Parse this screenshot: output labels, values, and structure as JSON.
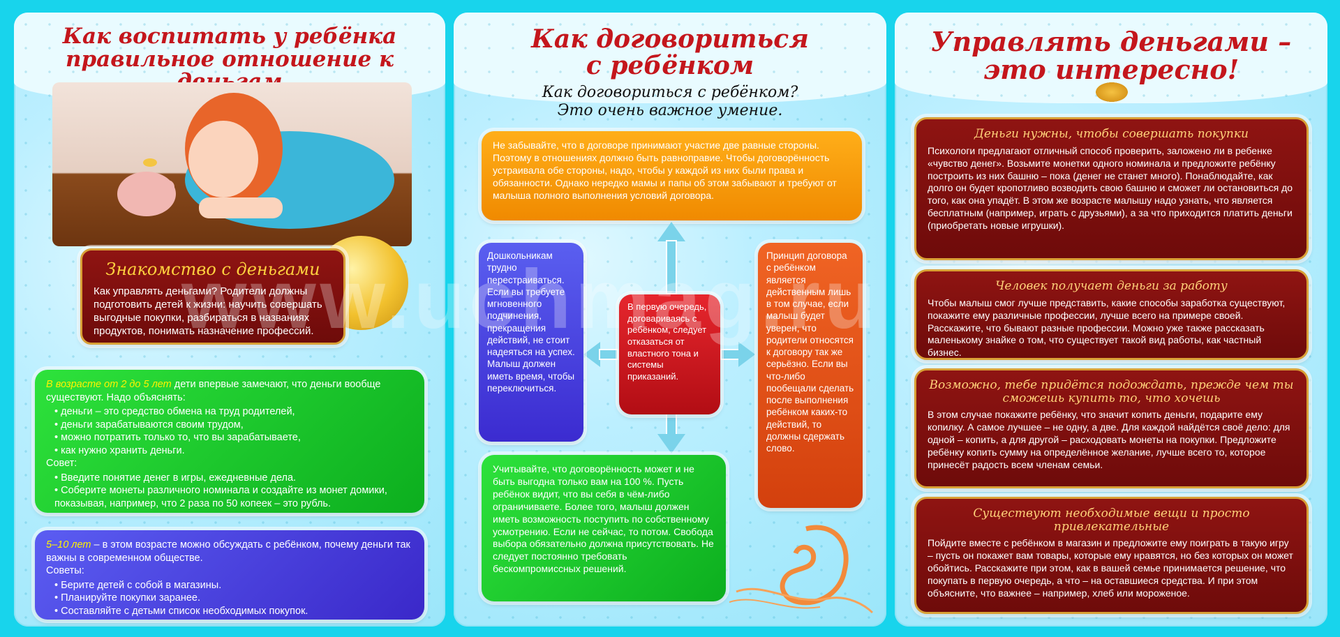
{
  "panel1": {
    "title_line1": "Как воспитать у ребёнка",
    "title_line2": "правильное отношение к деньгам",
    "intro": {
      "header": "Знакомство с деньгами",
      "text": "Как управлять деньгами? Родители должны подготовить детей к жизни: научить совершать выгодные покупки, разбираться в названиях продуктов, понимать назначение профессий."
    },
    "age1": {
      "lead": "В возрасте от 2 до 5 лет",
      "text": " дети впервые замечают, что деньги вообще существуют. Надо объяснять:",
      "items": [
        "деньги – это средство обмена на труд родителей,",
        "деньги зарабатываются своим трудом,",
        "можно потратить только то, что вы зарабатываете,",
        "как нужно хранить деньги."
      ],
      "advice_label": "Совет:",
      "advice": [
        "Введите понятие денег в игры, ежедневные дела.",
        "Соберите монеты различного номинала и создайте из монет домики, показывая, например, что 2 раза по 50 копеек – это рубль."
      ]
    },
    "age2": {
      "lead": "5–10 лет",
      "text": " – в этом возрасте можно обсуждать с ребёнком, почему деньги так важны в современном обществе.",
      "advice_label": "Советы:",
      "advice": [
        "Берите детей с собой в магазины.",
        "Планируйте покупки заранее.",
        "Составляйте с детьми список необходимых покупок."
      ]
    }
  },
  "panel2": {
    "title_line1": "Как договориться",
    "title_line2": "с ребёнком",
    "subtitle_line1": "Как договориться с ребёнком?",
    "subtitle_line2": "Это очень важное умение.",
    "top": "Не забывайте, что в договоре принимают участие две равные стороны. Поэтому в отношениях должно быть равноправие. Чтобы договорённость устраивала обе стороны, надо, чтобы у каждой из них были права и обязанности. Однако нередко мамы и папы об этом забывают и требуют от малыша полного выполнения условий договора.",
    "left": "Дошкольникам трудно перестраиваться. Если вы требуете мгновенного подчинения, прекращения действий, не стоит надеяться на успех. Малыш должен иметь время, чтобы переключиться.",
    "center": "В первую очередь, договариваясь с ребёнком, следует отказаться от властного тона и системы приказаний.",
    "right": "Принцип договора с ребёнком является действенным лишь в том случае, если малыш будет уверен, что родители относятся к договору так же серьёзно. Если вы что-либо пообещали сделать после выполнения ребёнком каких-то действий, то должны сдержать слово.",
    "bottom": "Учитывайте, что договорённость может и не быть выгодна только вам на 100 %. Пусть ребёнок видит, что вы себя в чём-либо ограничиваете. Более того, малыш должен иметь возможность поступить по собственному усмотрению. Если не сейчас, то потом. Свобода выбора обязательно должна присутствовать. Не следует постоянно требовать бескомпромиссных решений."
  },
  "panel3": {
    "title_line1": "Управлять деньгами –",
    "title_line2": "это интересно!",
    "boxes": [
      {
        "header": "Деньги нужны, чтобы совершать покупки",
        "text": "Психологи предлагают отличный способ проверить, заложено ли в ребенке «чувство денег». Возьмите монетки одного номинала и предложите ребёнку построить из них башню – пока (денег не станет много). Понаблюдайте, как долго он будет кропотливо возводить свою башню и сможет ли остановиться до того, как она упадёт. В этом же возрасте малышу надо узнать, что является бесплатным (например, играть с друзьями), а за что приходится платить деньги (приобретать новые игрушки)."
      },
      {
        "header": "Человек получает деньги за работу",
        "text": "Чтобы малыш смог лучше представить, какие способы заработка существуют, покажите ему различные профессии, лучше всего на примере своей. Расскажите, что бывают разные профессии. Можно уже также рассказать маленькому знайке о том, что существует такой вид работы, как частный бизнес."
      },
      {
        "header": "Возможно, тебе придётся подождать, прежде чем ты сможешь купить то, что хочешь",
        "text": "В этом случае покажите ребёнку, что значит копить деньги, подарите ему копилку. А самое лучшее – не одну, а две. Для каждой найдётся своё дело: для одной – копить, а для другой – расходовать монеты на покупки. Предложите ребёнку копить сумму на определённое желание, лучше всего то, которое принесёт радость всем членам семьи."
      },
      {
        "header": "Существуют необходимые вещи и просто привлекательные",
        "text": "Пойдите вместе с ребёнком в магазин и предложите ему поиграть в такую игру – пусть он покажет вам товары, которые ему нравятся, но без которых он может обойтись. Расскажите при этом, как в вашей семье принимается решение, что покупать в первую очередь, а что – на оставшиеся средства. И при этом объясните, что важнее – например, хлеб или мороженое."
      }
    ]
  },
  "watermark": "www.uchmag.ru"
}
